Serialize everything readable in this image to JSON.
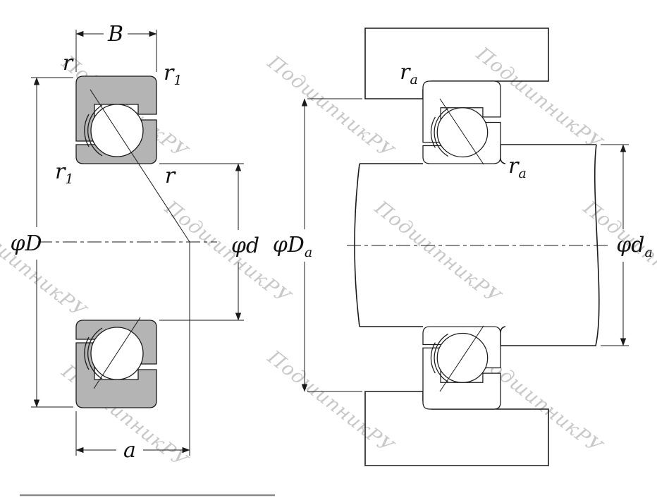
{
  "colors": {
    "line": "#1a1a1a",
    "section_fill": "#b4b4b4",
    "housing_fill": "#c0c0c0",
    "watermark": "#c8c8c8"
  },
  "watermark": {
    "text": "ПодшипникРУ"
  },
  "left_view": {
    "width_label": "B",
    "chamfer_r_top": "r",
    "chamfer_r1_top": {
      "main": "r",
      "sub": "1"
    },
    "chamfer_r1_side": {
      "main": "r",
      "sub": "1"
    },
    "chamfer_r_side": "r",
    "outer_diameter": "φD",
    "bore_diameter": "φd",
    "load_center": "a"
  },
  "right_view": {
    "housing_fillet": {
      "main": "r",
      "sub": "a"
    },
    "shaft_fillet": {
      "main": "r",
      "sub": "a"
    },
    "housing_shoulder_diameter": {
      "main": "φD",
      "sub": "a"
    },
    "shaft_shoulder_diameter": {
      "main": "φd",
      "sub": "a"
    }
  }
}
